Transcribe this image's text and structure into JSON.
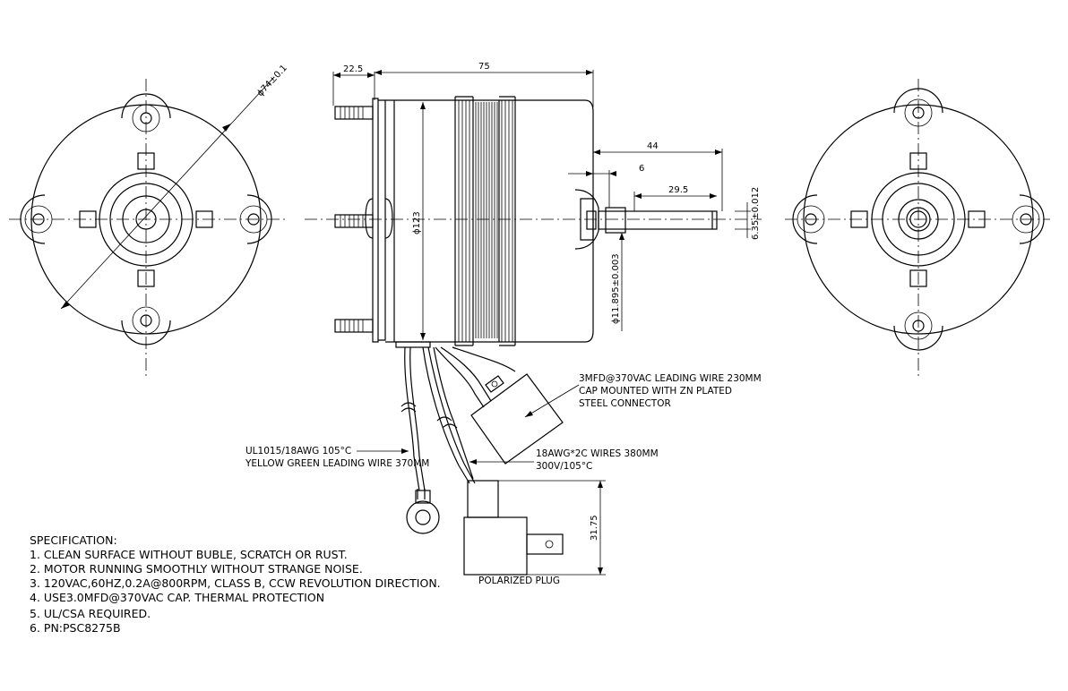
{
  "dimensions": {
    "d1": "22.5",
    "d2": "75",
    "d3": "44",
    "d4": "6",
    "d5": "29.5",
    "dia_outer": "ϕ74±0.1",
    "dia_body": "ϕ123",
    "dia_shaft_boss": "ϕ11.895±0.003",
    "shaft": "6.35±0.012",
    "plug_h": "31.75"
  },
  "callouts": {
    "cap_line1": "3MFD@370VAC LEADING WIRE 230MM",
    "cap_line2": "CAP MOUNTED WITH ZN PLATED",
    "cap_line3": "STEEL CONNECTOR",
    "wire_line1": "18AWG*2C WIRES 380MM",
    "wire_line2": "300V/105°C",
    "ground_line1": "UL1015/18AWG 105°C",
    "ground_line2": "YELLOW GREEN LEADING WIRE 370MM",
    "plug": "POLARIZED PLUG"
  },
  "specification": {
    "title": "SPECIFICATION:",
    "items": [
      "1. CLEAN SURFACE WITHOUT BUBLE, SCRATCH OR RUST.",
      "2. MOTOR RUNNING SMOOTHLY WITHOUT STRANGE NOISE.",
      "3. 120VAC,60HZ,0.2A@800RPM, CLASS B, CCW REVOLUTION DIRECTION.",
      "4. USE3.0MFD@370VAC CAP. THERMAL PROTECTION",
      "5. UL/CSA REQUIRED.",
      "6. PN:PSC8275B"
    ]
  }
}
